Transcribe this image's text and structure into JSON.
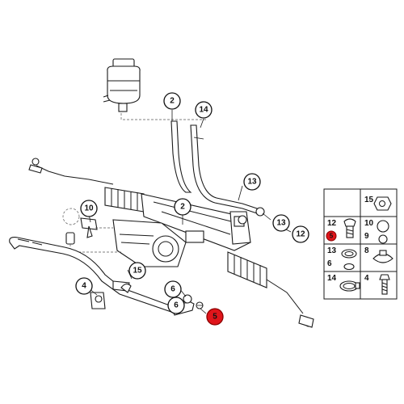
{
  "diagram": {
    "callouts": [
      {
        "id": "c2-top",
        "label": "2"
      },
      {
        "id": "c14-top",
        "label": "14"
      },
      {
        "id": "c13-a",
        "label": "13"
      },
      {
        "id": "c10",
        "label": "10"
      },
      {
        "id": "c2-mid",
        "label": "2"
      },
      {
        "id": "c13-b",
        "label": "13"
      },
      {
        "id": "c12",
        "label": "12"
      },
      {
        "id": "c15",
        "label": "15"
      },
      {
        "id": "c4",
        "label": "4"
      },
      {
        "id": "c6-a",
        "label": "6"
      },
      {
        "id": "c6-b",
        "label": "6"
      },
      {
        "id": "c5",
        "label": "5",
        "highlight": true
      }
    ],
    "legend": [
      {
        "id": "l15",
        "label": "15"
      },
      {
        "id": "l12",
        "label": "12"
      },
      {
        "id": "l10",
        "label": "10"
      },
      {
        "id": "l5",
        "label": "5",
        "highlight": true
      },
      {
        "id": "l9",
        "label": "9"
      },
      {
        "id": "l13",
        "label": "13"
      },
      {
        "id": "l6",
        "label": "6"
      },
      {
        "id": "l8",
        "label": "8"
      },
      {
        "id": "l14",
        "label": "14"
      },
      {
        "id": "l4",
        "label": "4"
      }
    ],
    "colors": {
      "highlight": "#e0151b",
      "line": "#1a1a1a"
    }
  }
}
